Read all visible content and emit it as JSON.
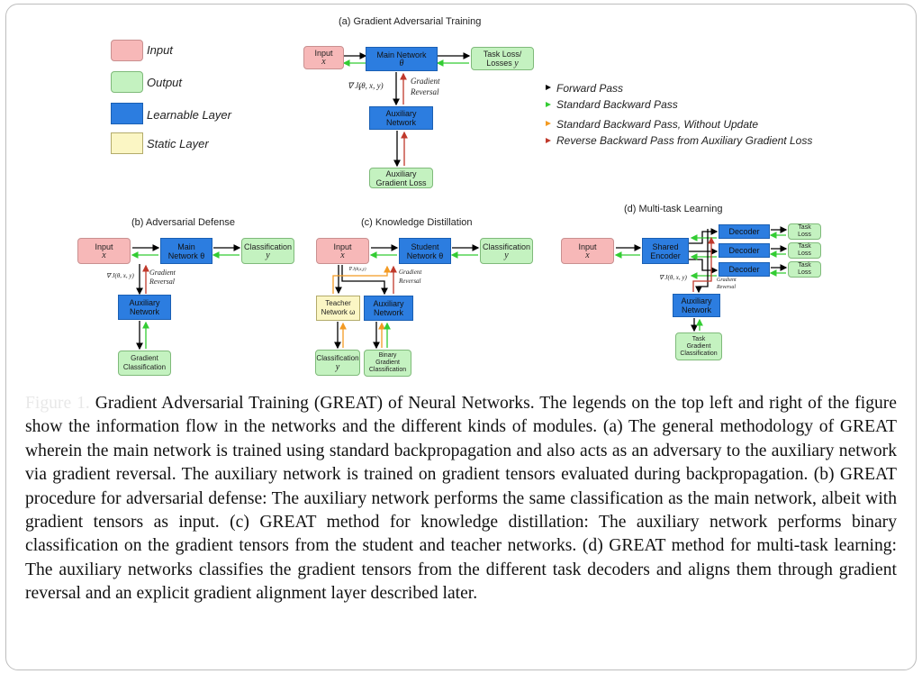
{
  "legend": {
    "input": "Input",
    "output": "Output",
    "learnable": "Learnable Layer",
    "static": "Static Layer"
  },
  "arrow_legend": {
    "forward": "Forward Pass",
    "standard_backward": "Standard Backward Pass",
    "no_update": "Standard Backward Pass, Without Update",
    "reverse": "Reverse Backward Pass from Auxiliary Gradient Loss"
  },
  "colors": {
    "forward": "#000000",
    "standard_backward": "#33cc33",
    "no_update": "#f39a22",
    "reverse": "#c0392b",
    "input": "#f7b8b8",
    "output": "#c4f2c0",
    "learnable": "#2c7de0",
    "static": "#fbf6c4"
  },
  "panel_a": {
    "title": "(a) Gradient Adversarial Training",
    "input_label": "Input",
    "input_var": "x",
    "main_label": "Main Network",
    "main_var": "θ",
    "task_loss_label": "Task Loss/",
    "task_loss_label2": "Losses",
    "task_loss_var": "y",
    "aux_label": "Auxiliary",
    "aux_label2": "Network",
    "aux_loss_label": "Auxiliary",
    "aux_loss_label2": "Gradient Loss",
    "grad_expr": "∇ J(θ, x, y)",
    "grad_sub": "J",
    "reversal_1": "Gradient",
    "reversal_2": "Reversal"
  },
  "panel_b": {
    "title": "(b) Adversarial Defense",
    "input_label": "Input",
    "input_var": "x",
    "main_label": "Main",
    "main_label2": "Network θ",
    "class_label": "Classification",
    "class_var": "y",
    "aux_label": "Auxiliary",
    "aux_label2": "Network",
    "out_label": "Gradient",
    "out_label2": "Classification",
    "grad_expr": "∇ J(θ, x, y)",
    "grad_sub": "J",
    "reversal_1": "Gradient",
    "reversal_2": "Reversal"
  },
  "panel_c": {
    "title": "(c) Knowledge Distillation",
    "input_label": "Input",
    "input_var": "x",
    "student_label": "Student",
    "student_label2": "Network θ",
    "class_label": "Classification",
    "class_var": "y",
    "teacher_label": "Teacher",
    "teacher_label2": "Network ω",
    "aux_label": "Auxiliary",
    "aux_label2": "Network",
    "out1_label": "Classification",
    "out1_var": "y",
    "out2_label": "Binary",
    "out2_label2": "Gradient",
    "out2_label3": "Classification",
    "grad_expr": "∇ J(θ,x,y)",
    "grad_sub": "J",
    "reversal_1": "Gradient",
    "reversal_2": "Reversal"
  },
  "panel_d": {
    "title": "(d) Multi-task Learning",
    "input_label": "Input",
    "input_var": "x",
    "encoder_label": "Shared",
    "encoder_label2": "Encoder",
    "decoder_label": "Decoder",
    "task_label": "Task",
    "task_label2": "Loss",
    "aux_label": "Auxiliary",
    "aux_label2": "Network",
    "out_label": "Task",
    "out_label2": "Gradient",
    "out_label3": "Classification",
    "grad_expr": "∇ J(θ, x, y)",
    "grad_sub": "J",
    "reversal_1": "Gradient",
    "reversal_2": "Reversal"
  },
  "caption": {
    "figure_label": "Figure 1.",
    "text": " Gradient Adversarial Training (GREAT) of Neural Networks.  The legends on the top left and right of the figure show the information flow in the networks and the different kinds of modules. (a) The general methodology of GREAT wherein the main network is trained using standard backpropagation and also acts as an adversary to the auxiliary network via gradient reversal. The auxiliary network is trained on gradient tensors evaluated during backpropagation.  (b) GREAT procedure for adversarial defense: The auxiliary network performs the same classification as the main network, albeit with gradient tensors as input. (c) GREAT method for knowledge distillation: The auxiliary network performs binary classification on the gradient tensors from the student and teacher networks. (d) GREAT method for multi-task learning: The auxiliary networks classifies the gradient tensors from the different task decoders and aligns them through gradient reversal and an explicit gradient alignment layer described later."
  }
}
